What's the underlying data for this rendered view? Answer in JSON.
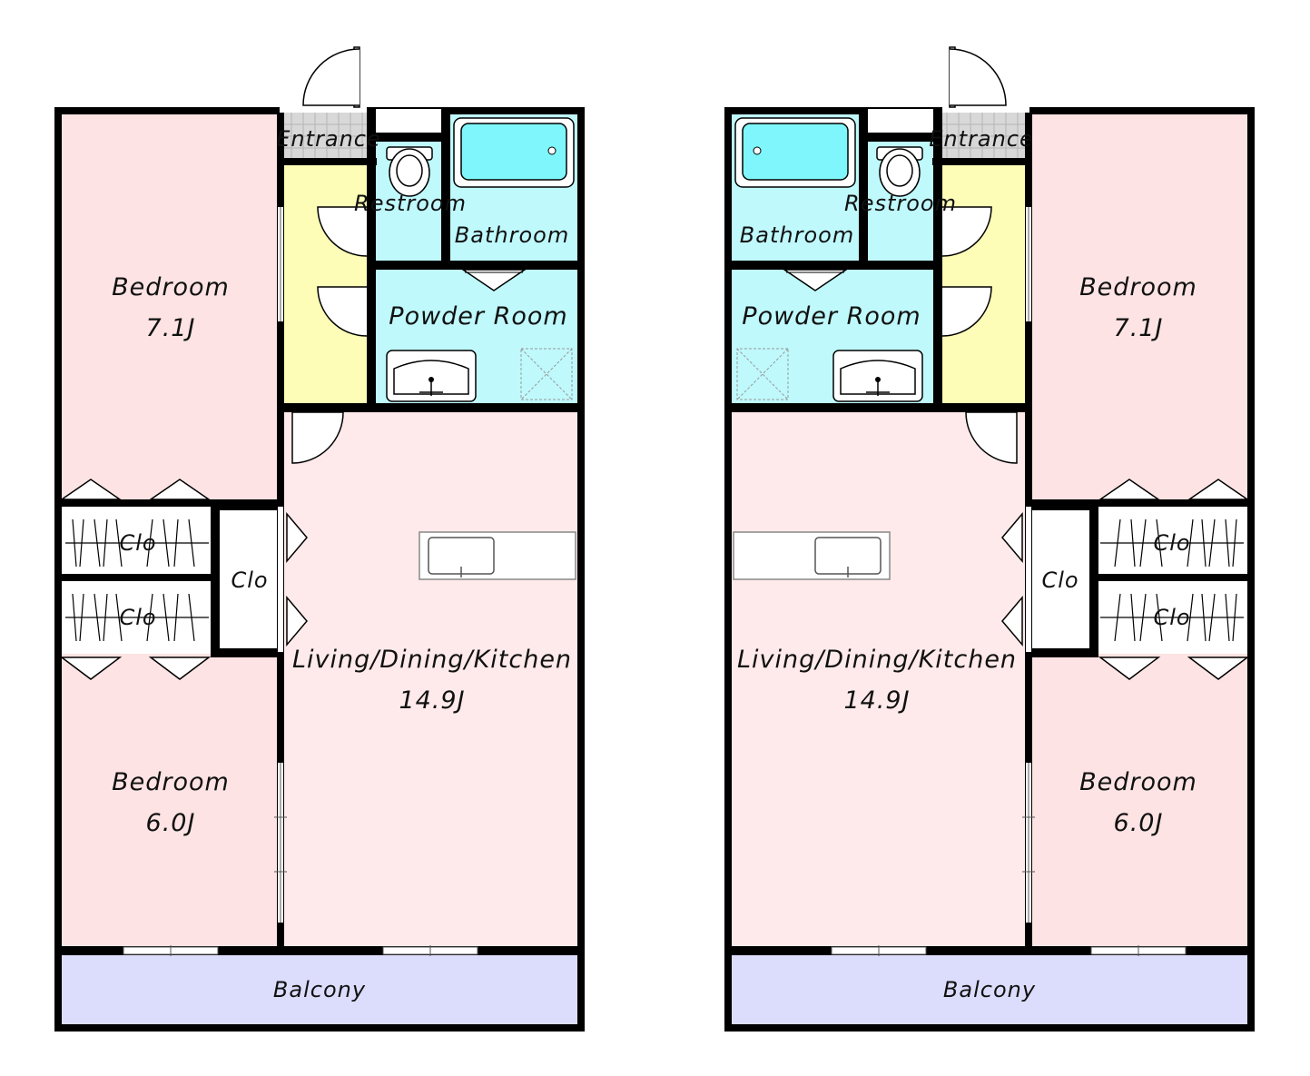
{
  "plans": [
    {
      "id": "left",
      "labels": {
        "entrance": "Entrance",
        "restroom": "Restroom",
        "bathroom": "Bathroom",
        "powder_room": "Powder Room",
        "bedroom_top": "Bedroom",
        "bedroom_top_size": "7.1J",
        "bedroom_bottom": "Bedroom",
        "bedroom_bottom_size": "6.0J",
        "clo_upper": "Clo",
        "clo_lower": "Clo",
        "clo_mid": "Clo",
        "ldk": "Living/Dining/Kitchen",
        "ldk_size": "14.9J",
        "balcony": "Balcony"
      }
    },
    {
      "id": "right",
      "labels": {
        "entrance": "Entrance",
        "restroom": "Restroom",
        "bathroom": "Bathroom",
        "powder_room": "Powder Room",
        "bedroom_top": "Bedroom",
        "bedroom_top_size": "7.1J",
        "bedroom_bottom": "Bedroom",
        "bedroom_bottom_size": "6.0J",
        "clo_upper": "Clo",
        "clo_lower": "Clo",
        "clo_mid": "Clo",
        "ldk": "Living/Dining/Kitchen",
        "ldk_size": "14.9J",
        "balcony": "Balcony"
      }
    }
  ],
  "colors": {
    "bedroom": "#fde3e3",
    "ldk": "#feeaea",
    "wet": "#bff9fc",
    "hall": "#fdfdb8",
    "balcony": "#dcdcfc",
    "bathtub": "#7ff6fb",
    "entrance_tile": "#d8d8d8"
  }
}
